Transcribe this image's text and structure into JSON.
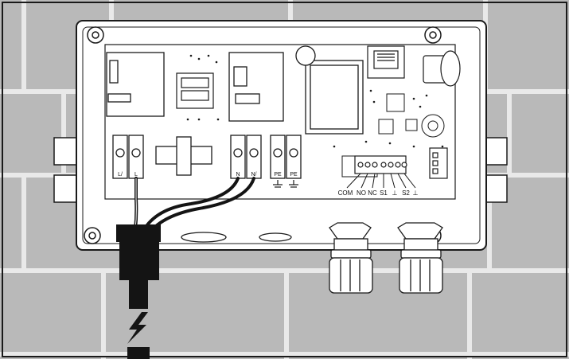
{
  "terminal_labels": {
    "l_prime": "L/",
    "l": "L",
    "n": "N",
    "n_prime": "N/",
    "pe1": "PE",
    "pe2": "PE"
  },
  "signal_labels": {
    "com": "COM",
    "no": "NO",
    "nc": "NC",
    "s1": "S1",
    "gnd1": "⊥",
    "s2": "S2",
    "gnd2": "⊥"
  },
  "colors": {
    "line": "#1a1a1a",
    "wall": "#b9b9b9",
    "cable": "#141414",
    "box": "#ffffff"
  },
  "icons": {
    "power_warning": "lightning-bolt-icon",
    "ground": "ground-icon"
  }
}
